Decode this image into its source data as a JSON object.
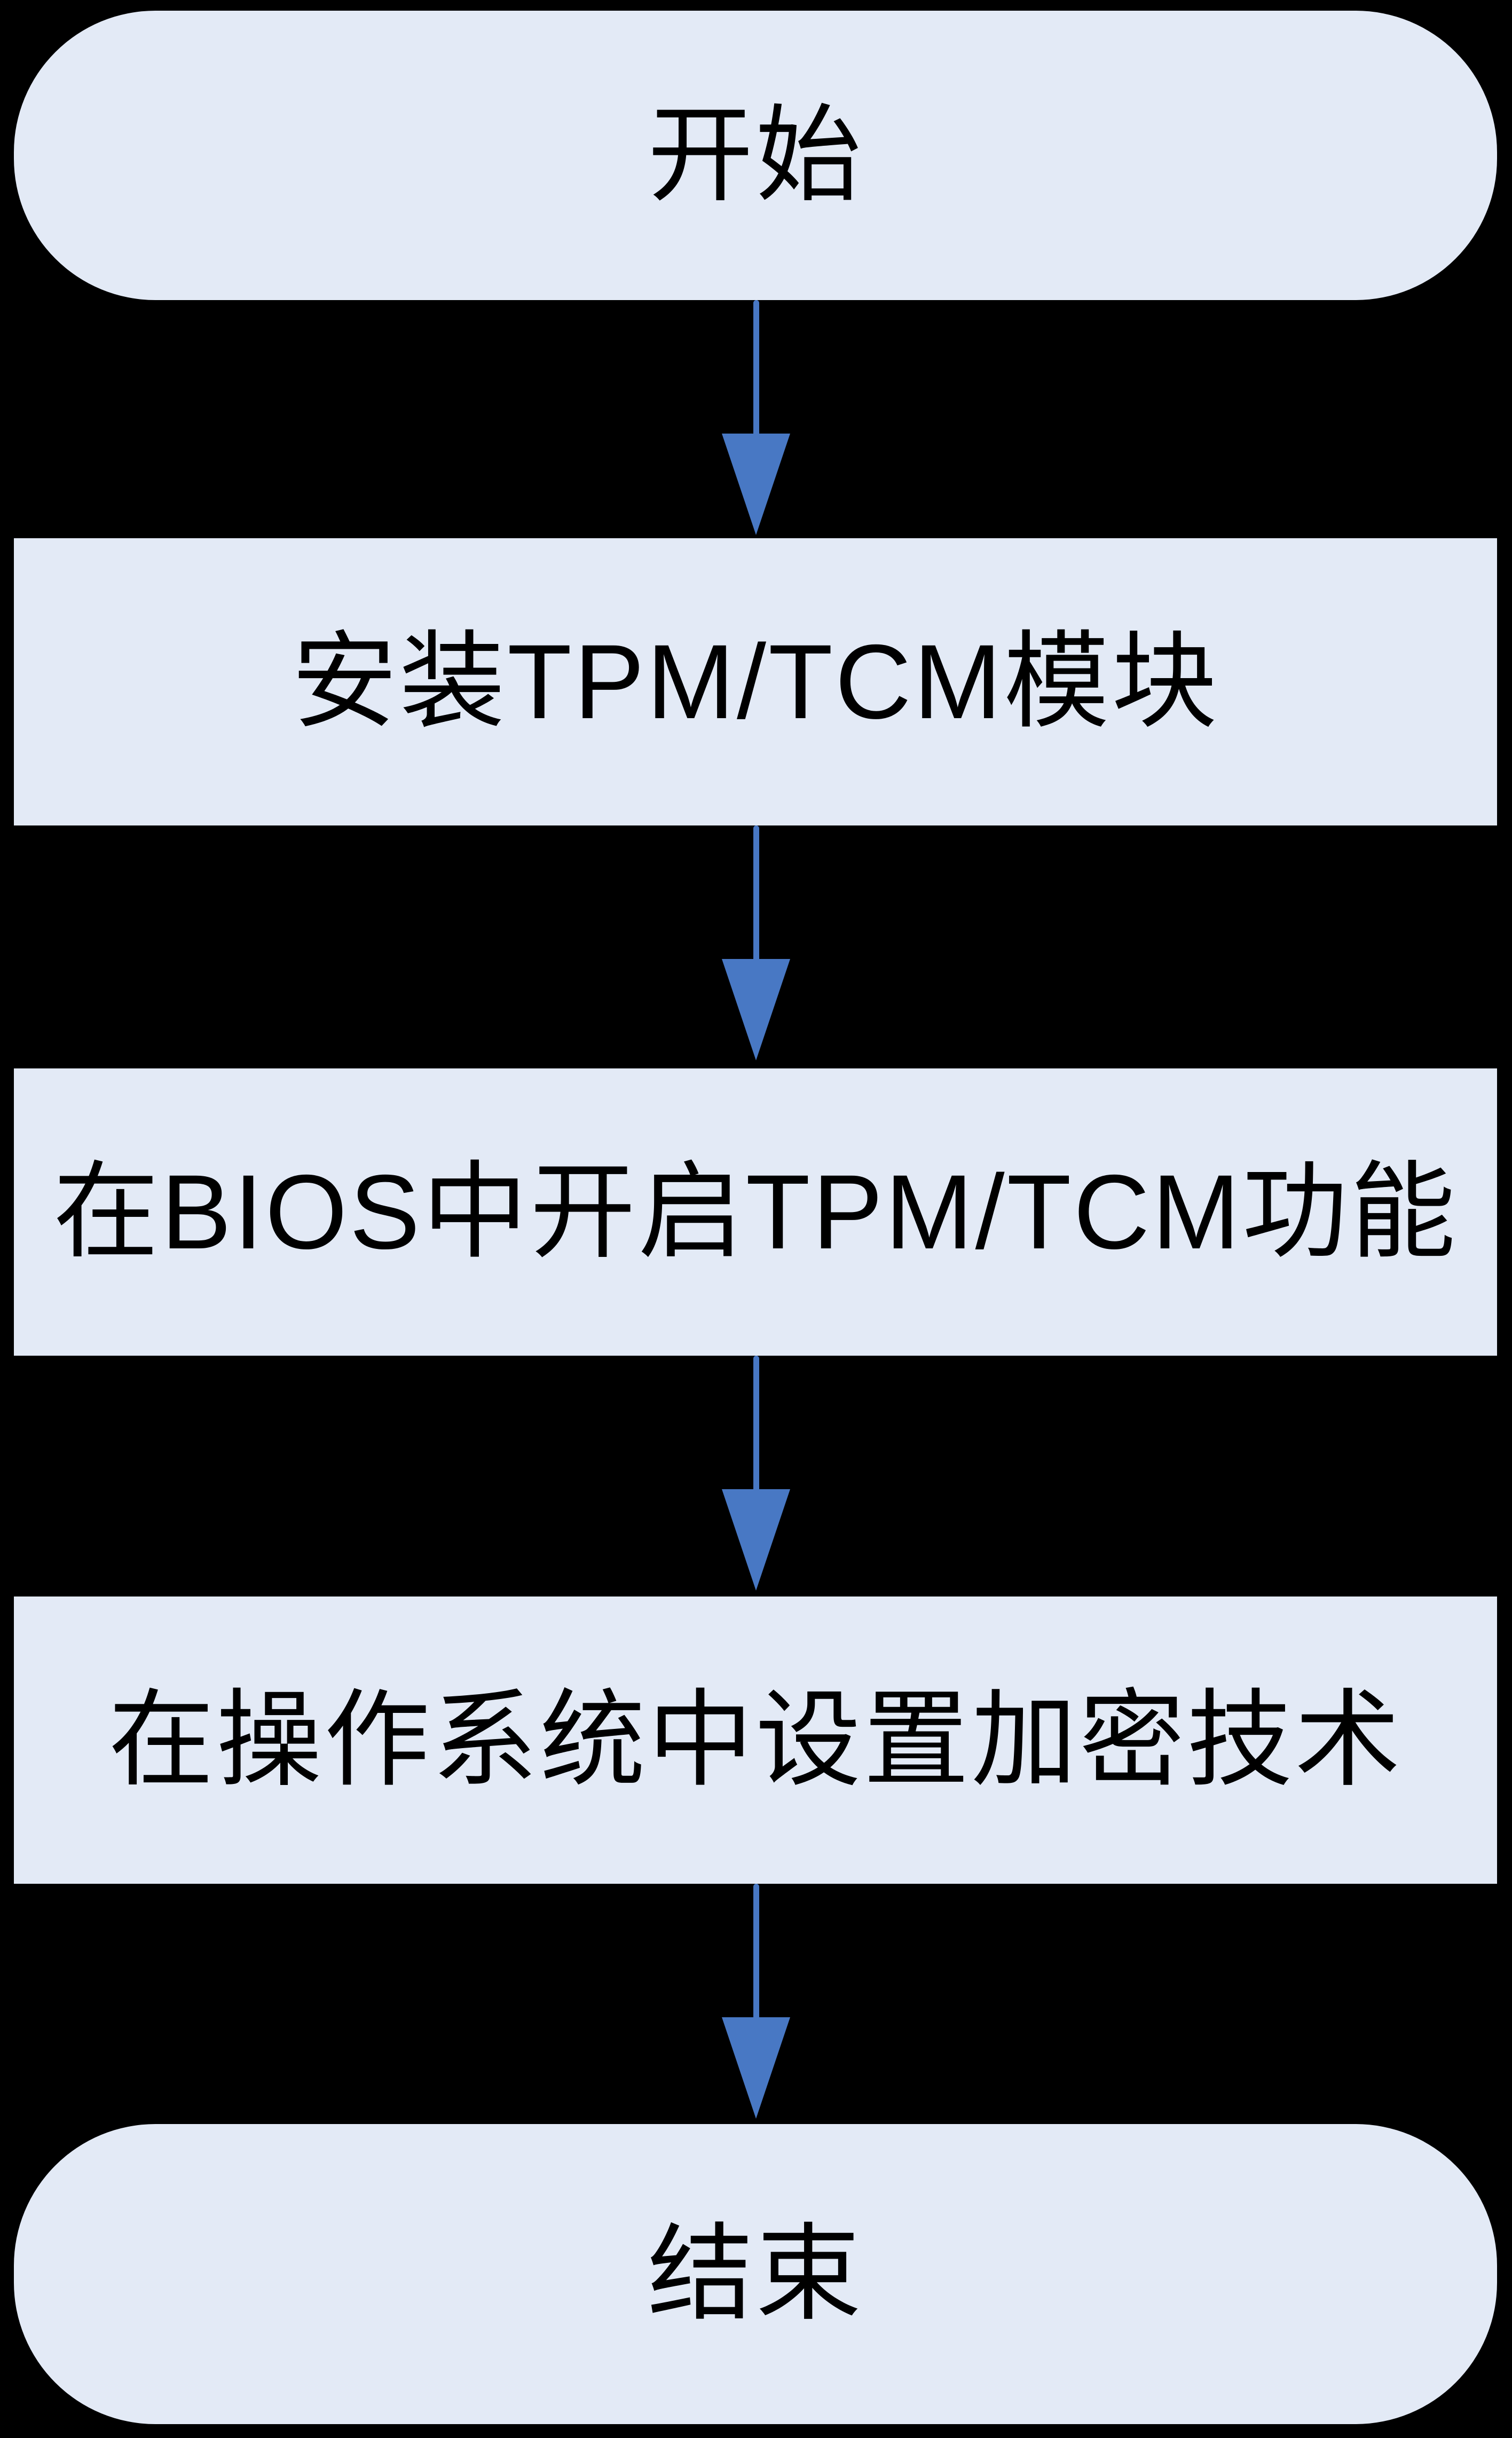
{
  "colors": {
    "background": "#000000",
    "node-fill": "#e3eaf6",
    "arrow": "#4878c4",
    "text": "#000000"
  },
  "flowchart": {
    "title": "TPM/TCM setup flowchart",
    "nodes": [
      {
        "id": "start",
        "type": "terminator",
        "label": "开始"
      },
      {
        "id": "step-1",
        "type": "process",
        "label": "安装TPM/TCM模块"
      },
      {
        "id": "step-2",
        "type": "process",
        "label": "在BIOS中开启TPM/TCM功能"
      },
      {
        "id": "step-3",
        "type": "process",
        "label": "在操作系统中设置加密技术"
      },
      {
        "id": "end",
        "type": "terminator",
        "label": "结束"
      }
    ],
    "connections": [
      {
        "from": "start",
        "to": "step-1",
        "direction": "down"
      },
      {
        "from": "step-1",
        "to": "step-2",
        "direction": "down"
      },
      {
        "from": "step-2",
        "to": "step-3",
        "direction": "down"
      },
      {
        "from": "step-3",
        "to": "end",
        "direction": "down"
      }
    ]
  }
}
